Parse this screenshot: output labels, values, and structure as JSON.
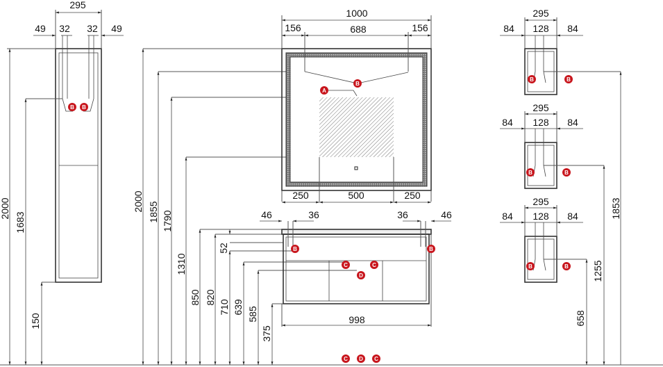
{
  "tall_cabinet": {
    "width": "295",
    "side_left": "49",
    "hole_left": "32",
    "hole_right": "32",
    "side_right": "49",
    "height_total": "2000",
    "height_hole": "1683",
    "height_floor": "150",
    "markers": [
      "B",
      "B"
    ]
  },
  "center_heights": {
    "h2000": "2000",
    "h1855": "1855",
    "h1790": "1790",
    "h1310": "1310",
    "h850": "850",
    "h820": "820",
    "h52": "52",
    "h710": "710",
    "h639": "639",
    "h585": "585",
    "h375": "375"
  },
  "mirror": {
    "width": "1000",
    "left": "156",
    "middle": "688",
    "right": "156",
    "bottom_left": "250",
    "bottom_mid": "500",
    "bottom_right": "250",
    "marker_a": "A",
    "marker_b": "B"
  },
  "vanity": {
    "left_out": "46",
    "left_in": "36",
    "right_in": "36",
    "right_out": "46",
    "width": "998",
    "markers": [
      "B",
      "B",
      "C",
      "C",
      "D"
    ]
  },
  "floor_markers": [
    "C",
    "D",
    "C"
  ],
  "cubes": [
    {
      "width": "295",
      "left": "84",
      "hole": "128",
      "right": "84",
      "markers": [
        "B",
        "B"
      ]
    },
    {
      "width": "295",
      "left": "84",
      "hole": "128",
      "right": "84",
      "markers": [
        "B",
        "B"
      ]
    },
    {
      "width": "295",
      "left": "84",
      "hole": "128",
      "right": "84",
      "markers": [
        "B",
        "B"
      ]
    }
  ],
  "right_heights": {
    "h1853": "1853",
    "h1255": "1255",
    "h658": "658"
  },
  "colors": {
    "marker": "#c8161d",
    "line": "#444444"
  }
}
